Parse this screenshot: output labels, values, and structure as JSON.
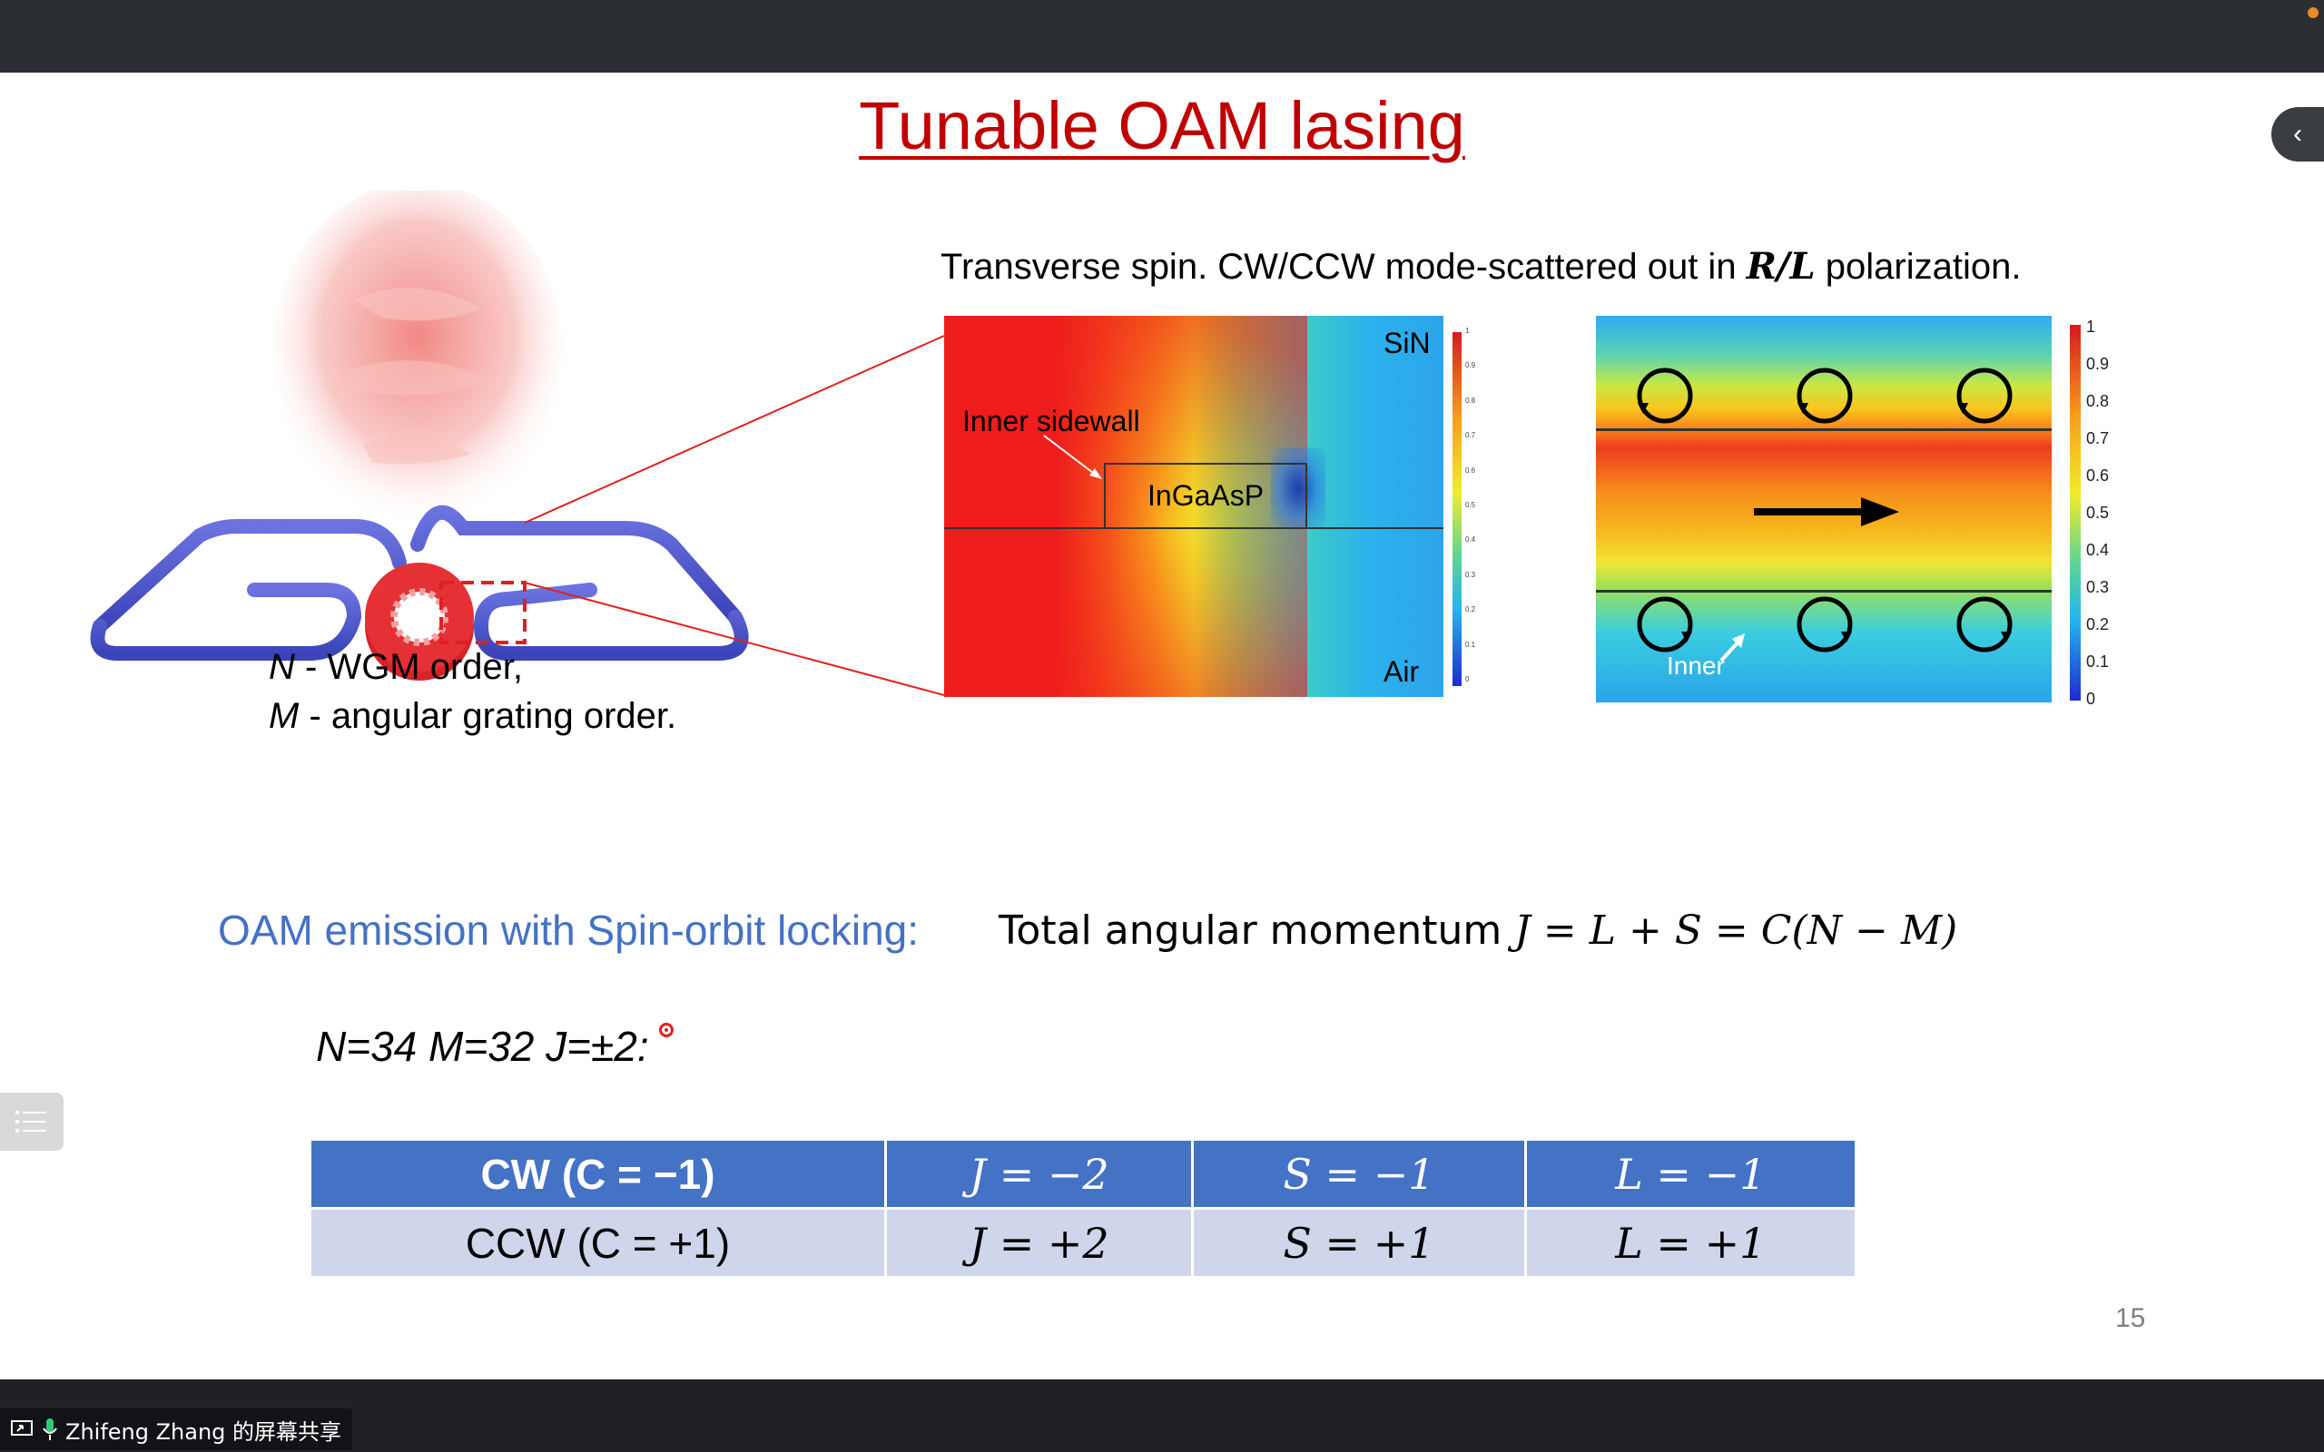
{
  "slide": {
    "title": "Tunable OAM lasing",
    "subtitle_prefix": "Transverse spin. CW/CCW mode-scattered out in ",
    "subtitle_math": "R/L",
    "subtitle_suffix": " polarization.",
    "legend_n": "N",
    "legend_n_text": " - WGM order,",
    "legend_m": "M",
    "legend_m_text": " - angular grating order.",
    "fig1": {
      "label_sin": "SiN",
      "label_air": "Air",
      "label_sidewall": "Inner sidewall",
      "label_ingaasp": "InGaAsP",
      "colorbar_ticks": [
        "1",
        "0.9",
        "0.8",
        "0.7",
        "0.6",
        "0.5",
        "0.4",
        "0.3",
        "0.2",
        "0.1",
        "0"
      ]
    },
    "fig2": {
      "label_inner": "Inner",
      "colorbar_ticks": [
        "1",
        "0.9",
        "0.8",
        "0.7",
        "0.6",
        "0.5",
        "0.4",
        "0.3",
        "0.2",
        "0.1",
        "0"
      ]
    },
    "oam_label": "OAM emission with Spin-orbit locking:",
    "tam_prefix": "Total angular momentum ",
    "tam_math": "J = L + S = C(N − M)",
    "nm_line": "N=34  M=32 J=±2:",
    "table": {
      "rows": [
        [
          "CW (C = −1)",
          "J = −2",
          "S = −1",
          "L = −1"
        ],
        [
          "CCW (C = +1)",
          "J = +2",
          "S = +1",
          "L = +1"
        ]
      ]
    },
    "page_number": "15"
  },
  "share": {
    "label": "Zhifeng Zhang 的屏幕共享"
  },
  "colors": {
    "title": "#c00000",
    "accent_blue": "#4472c4",
    "table_header": "#4472c4",
    "table_row": "#cfd5ea"
  }
}
